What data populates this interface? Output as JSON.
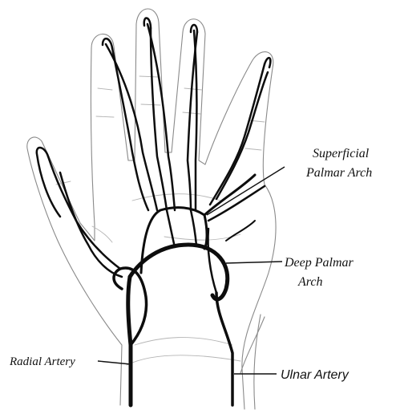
{
  "labels": {
    "superficial_line1": "Superficial",
    "superficial_line2": "Palmar Arch",
    "deep_line1": "Deep Palmar",
    "deep_line2": "Arch",
    "radial": "Radial Artery",
    "ulnar": "Ulnar Artery"
  },
  "colors": {
    "artery": "#0d0d0d",
    "outline": "#8a8a8a",
    "background": "#ffffff"
  }
}
